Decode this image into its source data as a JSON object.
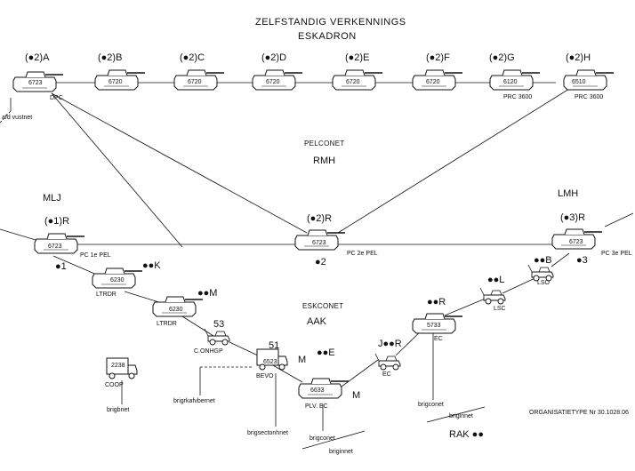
{
  "title": {
    "line1": "ZELFSTANDIG VERKENNINGS",
    "line2": "ESKADRON"
  },
  "vehicles_top": [
    {
      "call": "(●2)A",
      "code": "6723",
      "sub": "DPC"
    },
    {
      "call": "(●2)B",
      "code": "6720",
      "sub": ""
    },
    {
      "call": "(●2)C",
      "code": "6720",
      "sub": ""
    },
    {
      "call": "(●2)D",
      "code": "6720",
      "sub": ""
    },
    {
      "call": "(●2)E",
      "code": "6720",
      "sub": ""
    },
    {
      "call": "(●2)F",
      "code": "6720",
      "sub": ""
    },
    {
      "call": "(●2)G",
      "code": "6120",
      "sub": "PRC 3600"
    },
    {
      "call": "(●2)H",
      "code": "6510",
      "sub": "PRC 3600"
    }
  ],
  "afd_vustnet": "afd vustnet",
  "peloton_net": {
    "label": "PELCONET",
    "name": "RMH"
  },
  "mlj": "MLJ",
  "lmh": "LMH",
  "r1": {
    "call": "(●1)R",
    "code": "6723",
    "sub": "PC 1e PEL",
    "tag": "●1"
  },
  "r2": {
    "call": "(●2)R",
    "code": "6723",
    "sub": "PC 2e PEL",
    "tag": "●2"
  },
  "r3": {
    "call": "(●3)R",
    "code": "6723",
    "sub": "PC 3e PEL",
    "tag": "●3"
  },
  "k": {
    "call": "●●K",
    "code": "6230",
    "sub": "LTRDR"
  },
  "m_left": {
    "call": "●●M",
    "code": "6230",
    "sub": "LTRDR"
  },
  "c53": {
    "num": "53",
    "sub": "C.ONHGP"
  },
  "eskadron_net": {
    "label": "ESKCONET",
    "name": "AAK"
  },
  "s51": {
    "num": "51",
    "code": "6523",
    "sub": "BEVO",
    "tag": "M"
  },
  "e": {
    "call": "●●E",
    "code": "6633",
    "sub": "PLV. EC",
    "tag": "M"
  },
  "j": {
    "call": "J●●R",
    "sub": "EC"
  },
  "r_right": {
    "call": "●●R",
    "code": "5733",
    "sub": "EC"
  },
  "l": {
    "call": "●●L",
    "sub": "LSC"
  },
  "b": {
    "call": "●●B",
    "sub": "LSO"
  },
  "coop": {
    "code": "2238",
    "sub": "COOP"
  },
  "nets": {
    "brigbnet": "brigbnet",
    "brigrkafvbernet": "brigrkafvbernet",
    "brigsectonhnet": "brigsectonhnet",
    "brigconet": "brigconet",
    "briginnet": "briginnet",
    "brigconet2": "brigconet",
    "brigiinnet": "briginnet"
  },
  "rak": "RAK ●●",
  "org": "ORGANISATIETYPE Nr 30.1028.06"
}
